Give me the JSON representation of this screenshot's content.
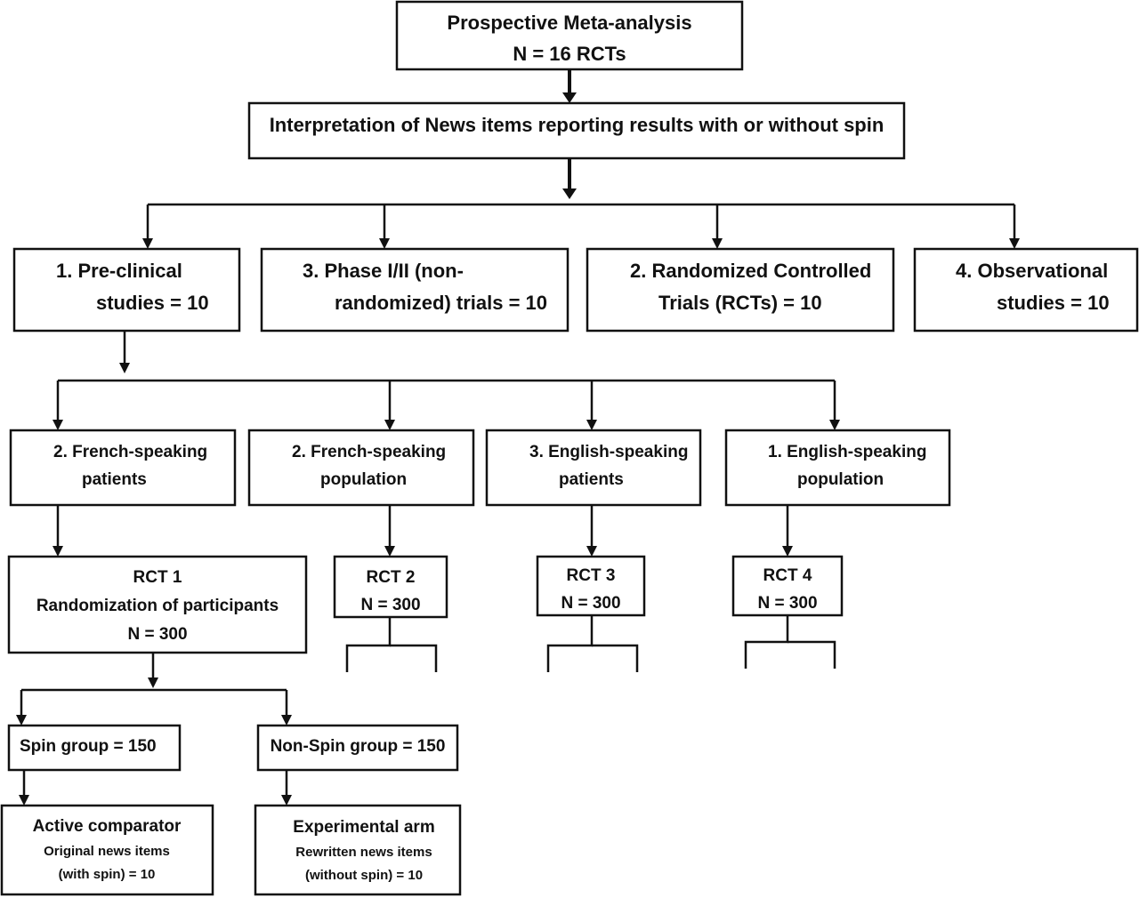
{
  "top": {
    "title": "Prospective Meta-analysis",
    "count": "N = 16 RCTs"
  },
  "interpretation": "Interpretation of News items reporting results with or without spin",
  "study_types": [
    {
      "line1": "1.  Pre-clinical",
      "line2": "studies = 10"
    },
    {
      "line1": "3.  Phase I/II (non-",
      "line2": "randomized) trials = 10"
    },
    {
      "line1": "2.  Randomized Controlled",
      "line2": "Trials (RCTs) = 10"
    },
    {
      "line1": "4.  Observational",
      "line2": "studies = 10"
    }
  ],
  "populations": [
    {
      "line1": "2.    French-speaking",
      "line2": "patients"
    },
    {
      "line1": "2.    French-speaking",
      "line2": "population"
    },
    {
      "line1": "3.    English-speaking",
      "line2": "patients"
    },
    {
      "line1": "1.    English-speaking",
      "line2": "population"
    }
  ],
  "rct1": {
    "line1": "RCT 1",
    "line2": "Randomization of participants",
    "line3": "N = 300"
  },
  "rcts": [
    {
      "label": "RCT 2",
      "count": "N = 300"
    },
    {
      "label": "RCT 3",
      "count": "N = 300"
    },
    {
      "label": "RCT 4",
      "count": "N = 300"
    }
  ],
  "groups": {
    "spin": "Spin group = 150",
    "non_spin": "Non-Spin group = 150"
  },
  "arms": {
    "active": {
      "title": "Active comparator",
      "line1": "Original news items",
      "line2": "(with spin) = 10"
    },
    "experimental": {
      "title": "Experimental arm",
      "line1": "Rewritten news items",
      "line2": "(without spin) = 10"
    }
  }
}
